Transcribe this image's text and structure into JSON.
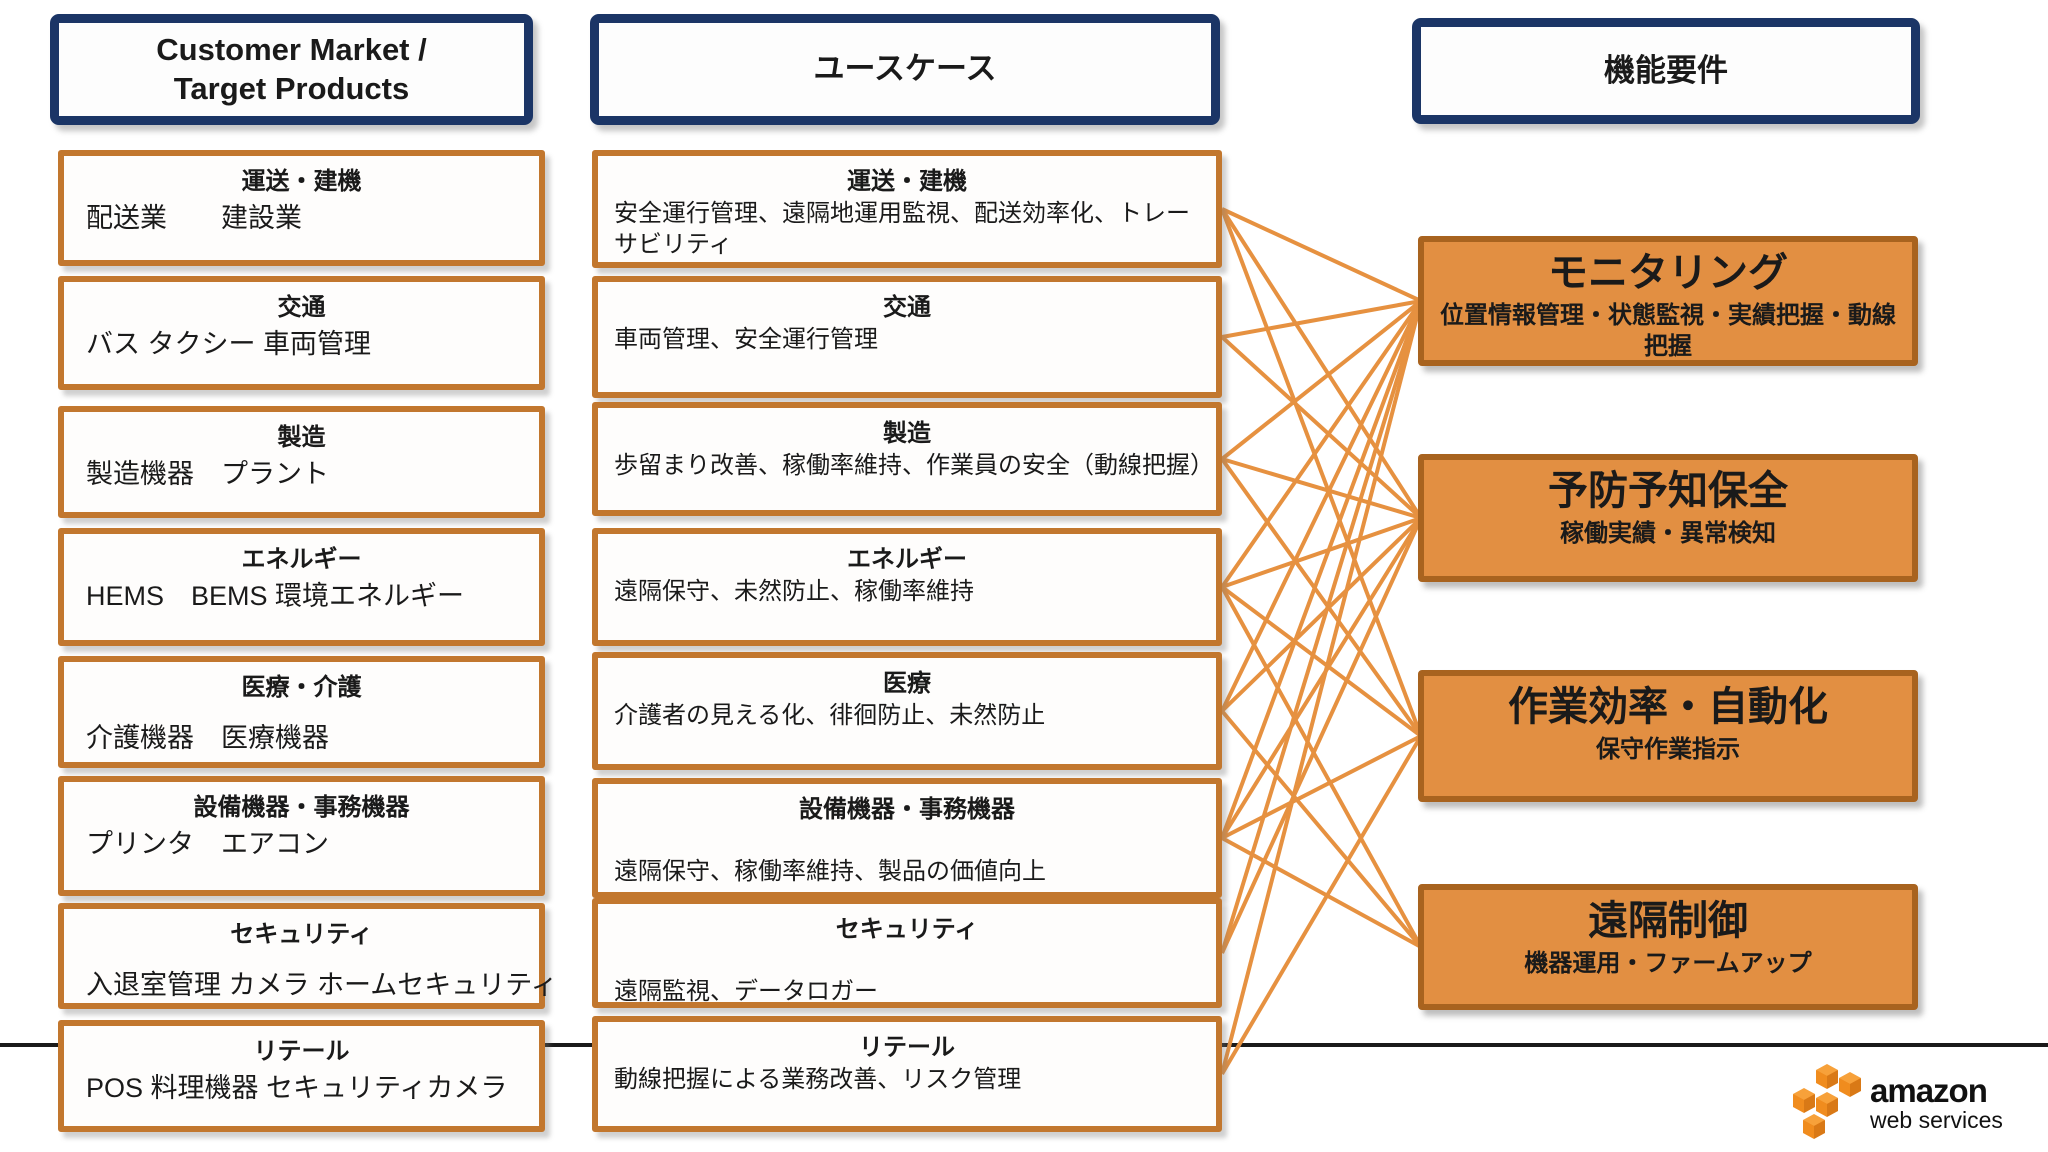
{
  "colors": {
    "navy_border": "#1b3566",
    "box_border": "#c2772e",
    "box_fill": "#fefdfc",
    "req_fill": "#e28f42",
    "req_border": "#a8631f",
    "connector": "#e69140",
    "divider": "#1a1a1a",
    "logo_orange": "#f7981f",
    "text": "#1a1a1a"
  },
  "headers": [
    {
      "label": "Customer Market /\nTarget Products"
    },
    {
      "label": "ユースケース"
    },
    {
      "label": "機能要件"
    }
  ],
  "market_boxes": [
    {
      "title": "運送・建機",
      "body": "配送業　　建設業"
    },
    {
      "title": "交通",
      "body": "バス タクシー 車両管理"
    },
    {
      "title": "製造",
      "body": "製造機器　プラント"
    },
    {
      "title": "エネルギー",
      "body": "HEMS　BEMS 環境エネルギー"
    },
    {
      "title": "医療・介護",
      "body": "介護機器　医療機器"
    },
    {
      "title": "設備機器・事務機器",
      "body": "プリンタ　エアコン"
    },
    {
      "title": "セキュリティ",
      "body": "入退室管理 カメラ ホームセキュリティ"
    },
    {
      "title": "リテール",
      "body": "POS  料理機器 セキュリティカメラ"
    }
  ],
  "usecase_boxes": [
    {
      "title": "運送・建機",
      "body": "安全運行管理、遠隔地運用監視、配送効率化、トレーサビリティ"
    },
    {
      "title": "交通",
      "body": "車両管理、安全運行管理"
    },
    {
      "title": "製造",
      "body": "歩留まり改善、稼働率維持、作業員の安全（動線把握）"
    },
    {
      "title": "エネルギー",
      "body": "遠隔保守、未然防止、稼働率維持"
    },
    {
      "title": "医療",
      "body": "介護者の見える化、徘徊防止、未然防止"
    },
    {
      "title": "設備機器・事務機器",
      "body": "遠隔保守、稼働率維持、製品の価値向上"
    },
    {
      "title": "セキュリティ",
      "body": "遠隔監視、データロガー"
    },
    {
      "title": "リテール",
      "body": "動線把握による業務改善、リスク管理"
    }
  ],
  "requirement_boxes": [
    {
      "title": "モニタリング",
      "subtitle": "位置情報管理・状態監視・実績把握・動線把握"
    },
    {
      "title": "予防予知保全",
      "subtitle": "稼働実績・異常検知"
    },
    {
      "title": "作業効率・自動化",
      "subtitle": "保守作業指示"
    },
    {
      "title": "遠隔制御",
      "subtitle": "機器運用・ファームアップ"
    }
  ],
  "connections": [
    {
      "from": 0,
      "to": 0
    },
    {
      "from": 0,
      "to": 1
    },
    {
      "from": 0,
      "to": 2
    },
    {
      "from": 1,
      "to": 0
    },
    {
      "from": 1,
      "to": 1
    },
    {
      "from": 2,
      "to": 0
    },
    {
      "from": 2,
      "to": 1
    },
    {
      "from": 2,
      "to": 2
    },
    {
      "from": 3,
      "to": 0
    },
    {
      "from": 3,
      "to": 1
    },
    {
      "from": 3,
      "to": 2
    },
    {
      "from": 3,
      "to": 3
    },
    {
      "from": 4,
      "to": 0
    },
    {
      "from": 4,
      "to": 1
    },
    {
      "from": 4,
      "to": 3
    },
    {
      "from": 5,
      "to": 0
    },
    {
      "from": 5,
      "to": 1
    },
    {
      "from": 5,
      "to": 2
    },
    {
      "from": 5,
      "to": 3
    },
    {
      "from": 6,
      "to": 0
    },
    {
      "from": 6,
      "to": 1
    },
    {
      "from": 7,
      "to": 0
    },
    {
      "from": 7,
      "to": 2
    }
  ],
  "logo": {
    "line1": "amazon",
    "line2": "web services"
  }
}
